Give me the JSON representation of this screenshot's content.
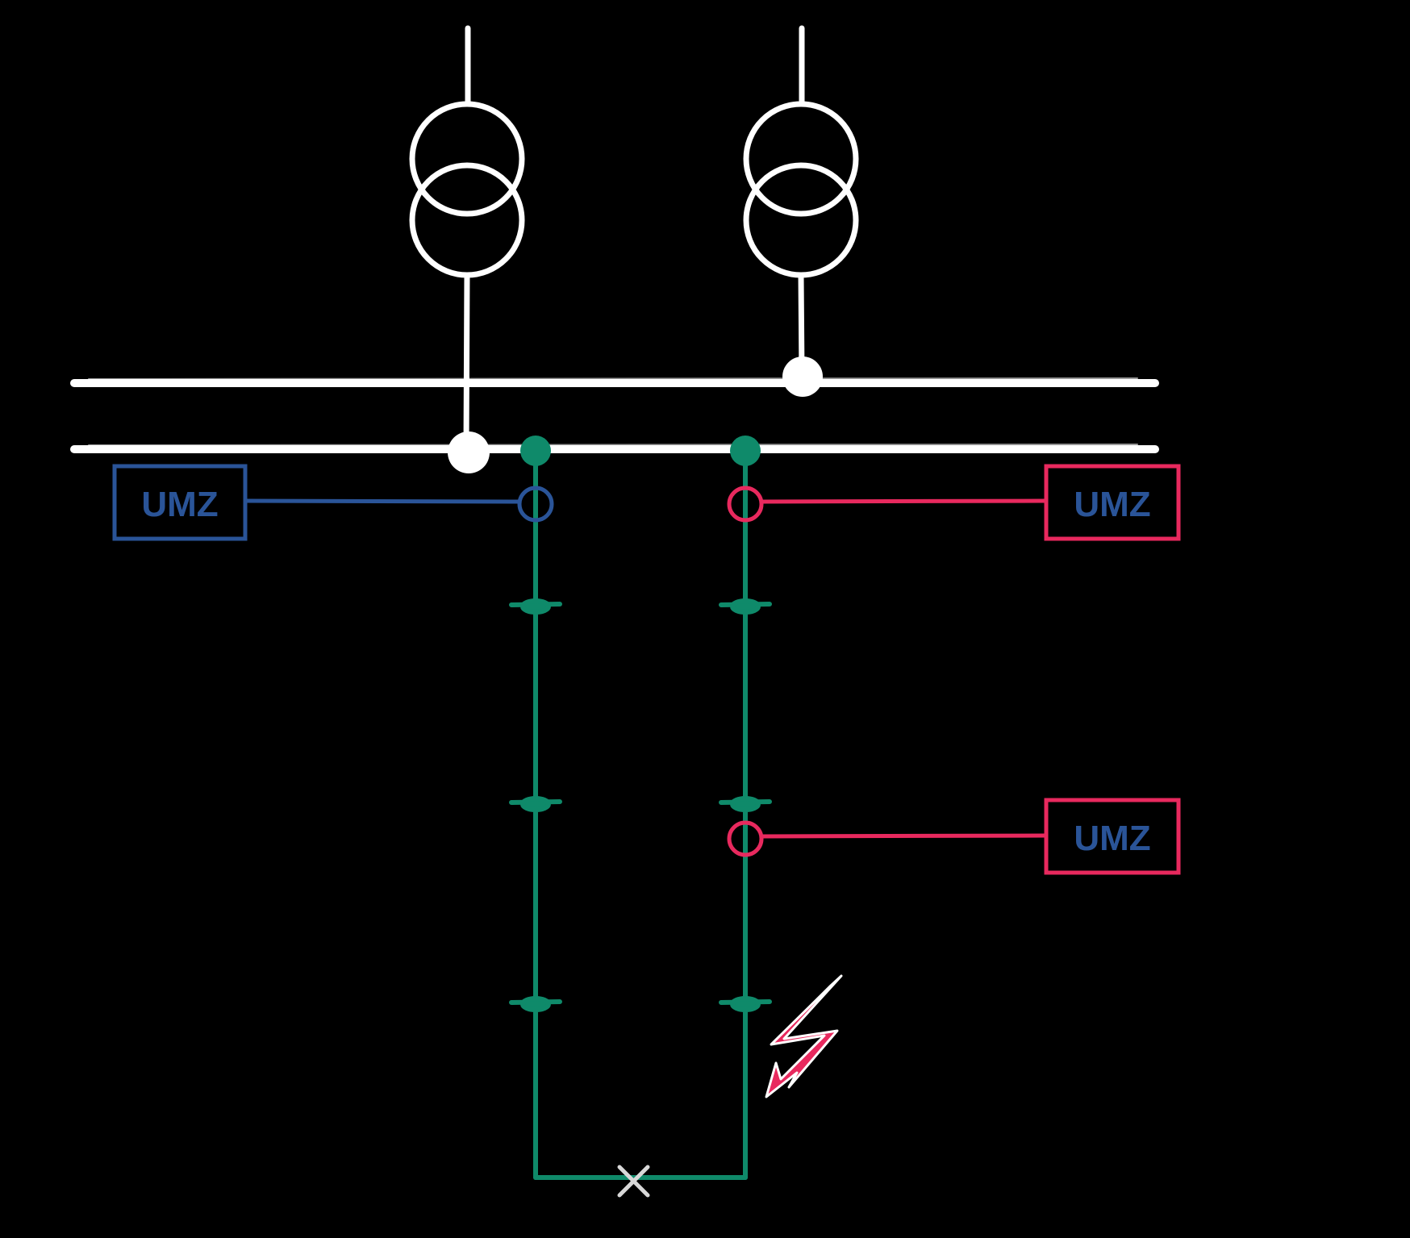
{
  "colors": {
    "background": "#000000",
    "busbar": "#ffffff",
    "feeder_line": "#0f8a6a",
    "protection_left": "#2a5498",
    "protection_right": "#e8295e",
    "label_text": "#2a5498",
    "fault_arrow": "#e8295e",
    "open_switch": "#d8d8d8"
  },
  "protection_relays": [
    {
      "id": "relay-left-top",
      "label": "UMZ",
      "border": "protection_left"
    },
    {
      "id": "relay-right-top",
      "label": "UMZ",
      "border": "protection_right"
    },
    {
      "id": "relay-right-middle",
      "label": "UMZ",
      "border": "protection_right"
    }
  ],
  "elements": {
    "transformers": 2,
    "busbars": 2,
    "feeders": 2,
    "intermediate_nodes_per_feeder": 3,
    "normally_open_point": "open-switch-x-icon",
    "fault_marker": "lightning-fault-icon"
  }
}
